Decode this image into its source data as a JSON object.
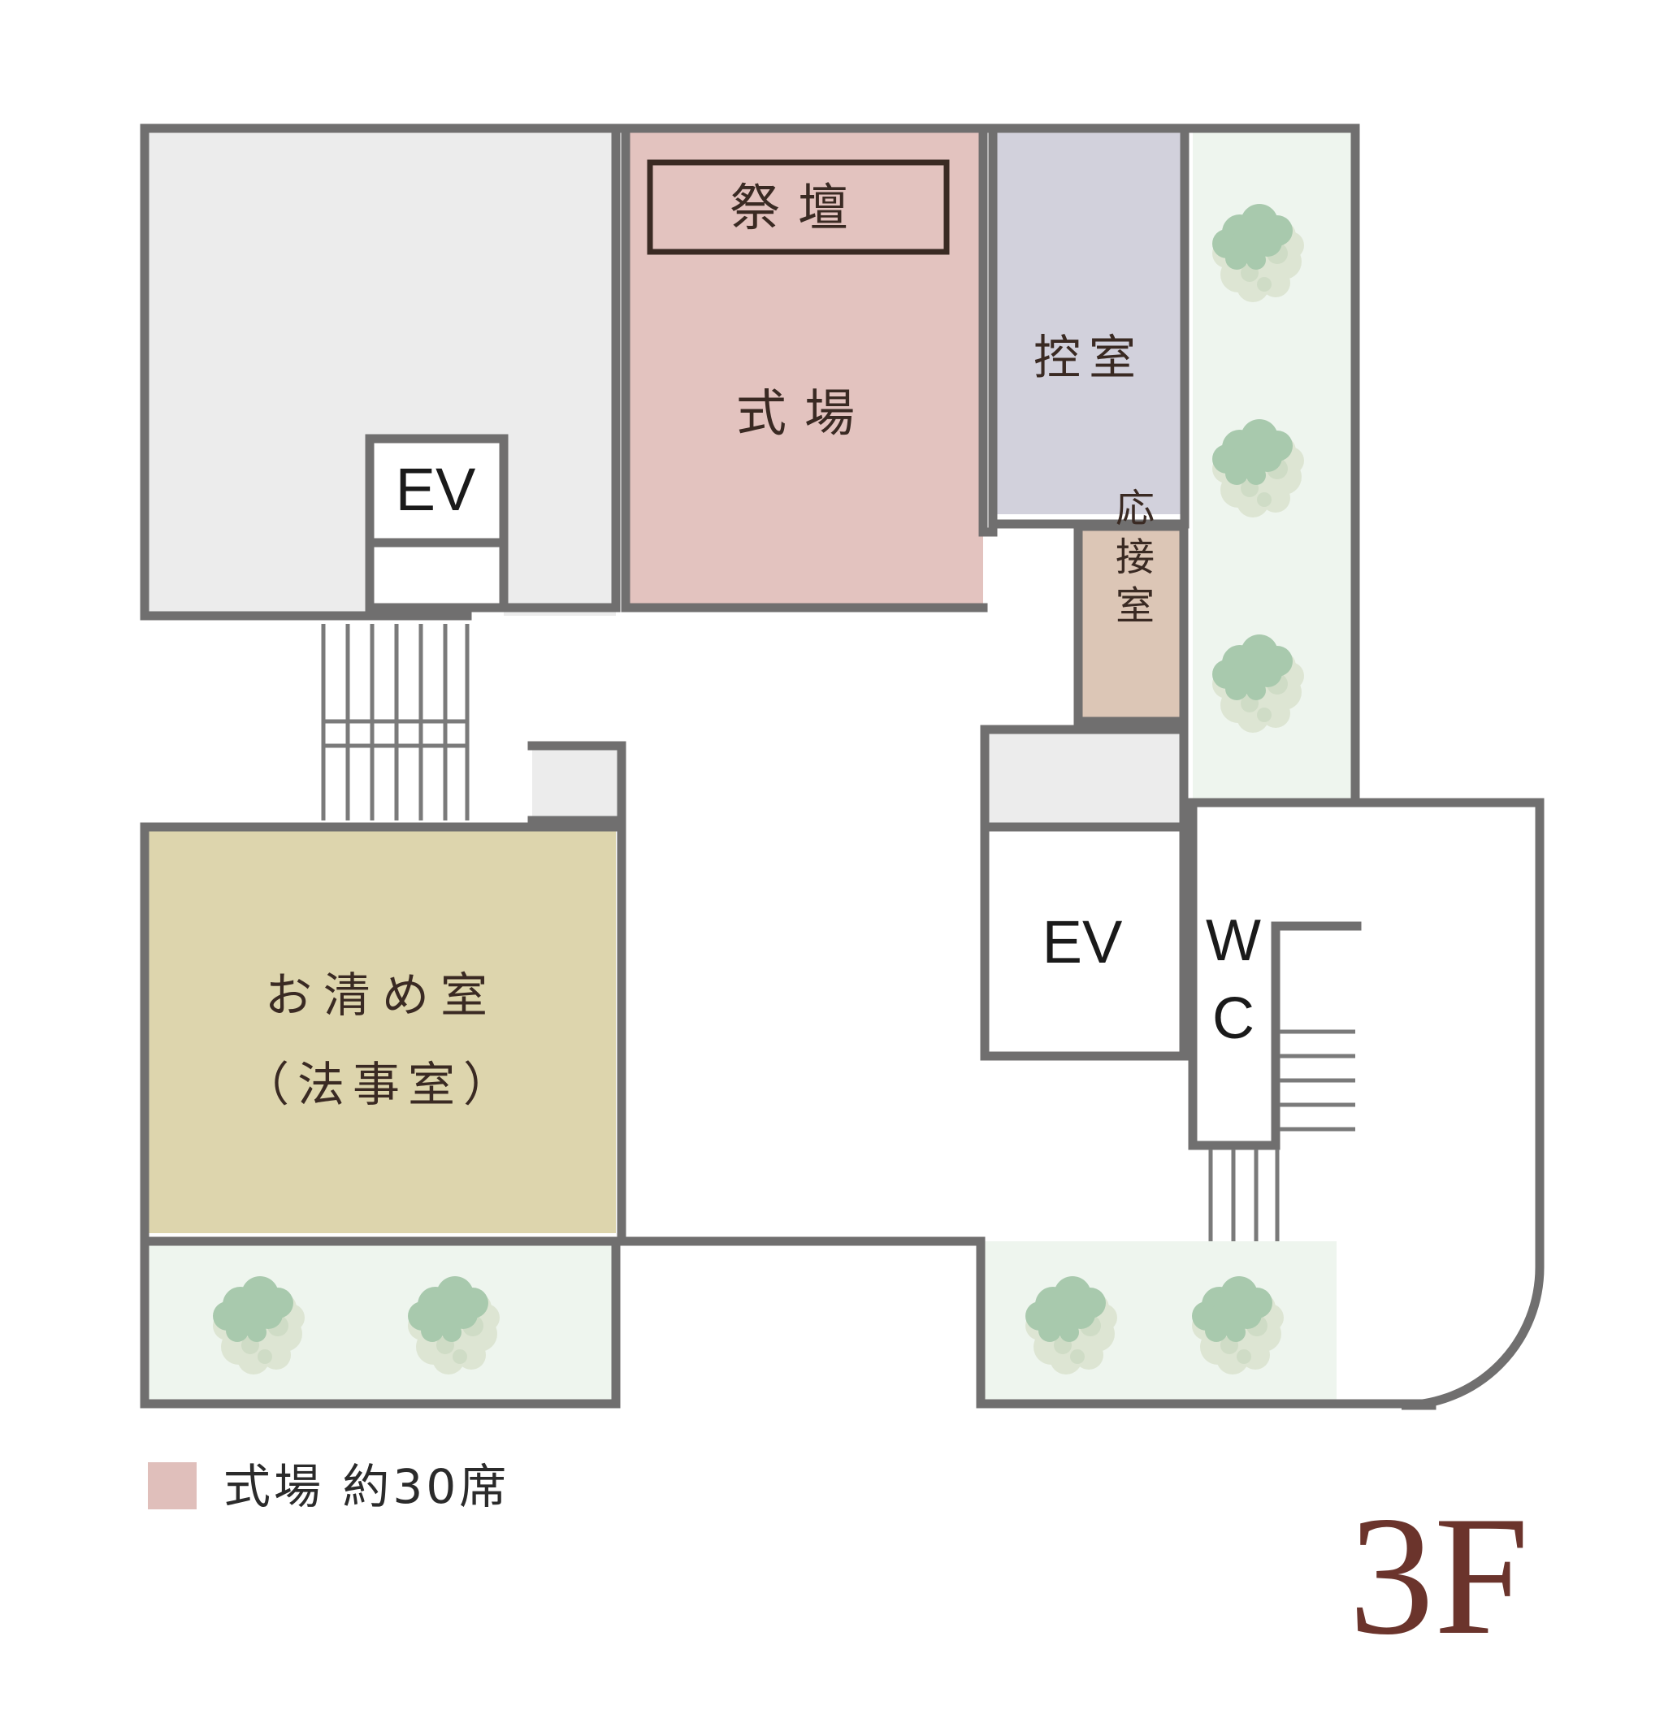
{
  "floor_plan": {
    "floor_label": "3F",
    "rooms": [
      {
        "id": "hall-upper-left",
        "label": "",
        "fill": "#ececec"
      },
      {
        "id": "ceremony-hall",
        "label": "式場",
        "altar_label": "祭壇",
        "fill": "#e3c3bf"
      },
      {
        "id": "waiting-room",
        "label": "控室",
        "fill": "#d2d1dc"
      },
      {
        "id": "reception-room",
        "label": "応接室",
        "fill": "#dcc6b6",
        "orientation": "vertical"
      },
      {
        "id": "purification-room",
        "label_line1": "お清め室",
        "label_line2": "（法事室）",
        "fill": "#ddd5ad"
      },
      {
        "id": "elevator-upper",
        "label": "EV",
        "fill": "#ffffff"
      },
      {
        "id": "elevator-lower",
        "label": "EV",
        "fill": "#ffffff"
      },
      {
        "id": "restroom",
        "label_line1": "W",
        "label_line2": "C",
        "fill": "#ffffff"
      }
    ],
    "greenery": {
      "fill": "#eef5ee",
      "tree_dark": "#a8c9ad",
      "tree_light": "#dde5d3",
      "tree_mid": "#cfdcc6",
      "counts": {
        "right_strip": 3,
        "bottom_left_strip": 2,
        "bottom_right_strip": 2
      }
    },
    "wall_color": "#706f6f",
    "thin_line_color": "#7a7a7a"
  },
  "legend": {
    "swatch_color": "#e0bfbb",
    "text": "式場 約30席"
  }
}
